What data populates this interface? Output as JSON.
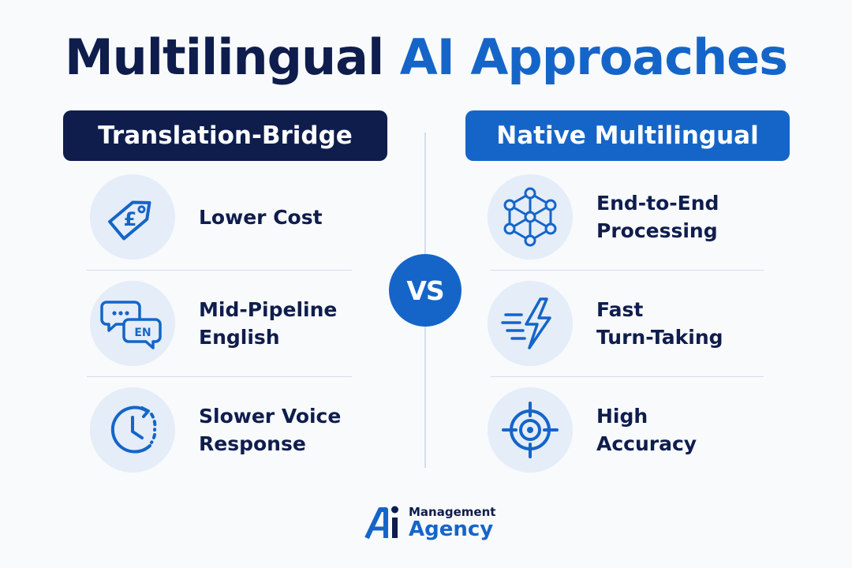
{
  "title": {
    "part1": "Multilingual",
    "part2": "AI Approaches"
  },
  "left": {
    "header": "Translation-Bridge",
    "items": [
      {
        "label": "Lower Cost",
        "icon": "pound-price-tag-icon"
      },
      {
        "label": "Mid-Pipeline\nEnglish",
        "icon": "chat-bubbles-en-icon"
      },
      {
        "label": "Slower Voice\nResponse",
        "icon": "clock-icon"
      }
    ]
  },
  "right": {
    "header": "Native Multilingual",
    "items": [
      {
        "label": "End-to-End\nProcessing",
        "icon": "network-icon"
      },
      {
        "label": "Fast\nTurn-Taking",
        "icon": "lightning-speed-icon"
      },
      {
        "label": "High\nAccuracy",
        "icon": "target-crosshair-icon"
      }
    ]
  },
  "vs_label": "VS",
  "icon_badge_text": "EN",
  "logo": {
    "line1": "Management",
    "line2": "Agency"
  },
  "colors": {
    "navy": "#0f1d4d",
    "blue": "#1565c8",
    "icon_bg": "#e4edf8",
    "background": "#f8fafc"
  }
}
